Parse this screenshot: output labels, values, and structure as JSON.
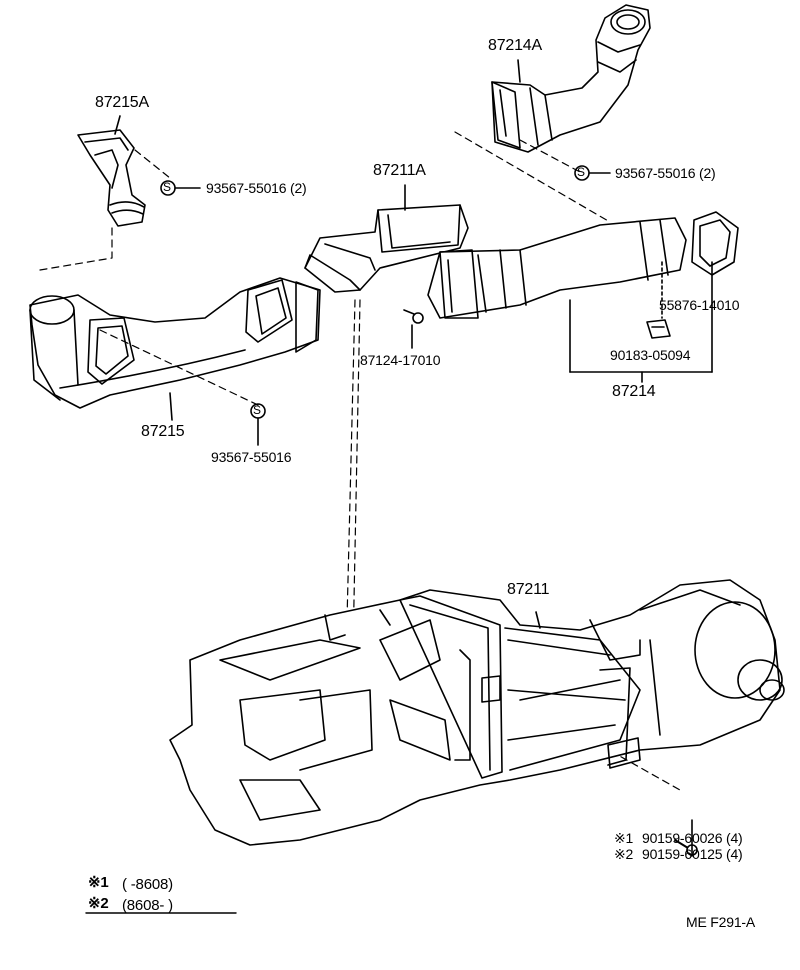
{
  "parts": {
    "p87215A": "87215A",
    "p87214A": "87214A",
    "p87211A": "87211A",
    "p87215": "87215",
    "p87214": "87214",
    "p87211": "87211",
    "clip_upper_left": "93567-55016 (2)",
    "clip_upper_right": "93567-55016 (2)",
    "clip_lower": "93567-55016",
    "clip_symbol": "S",
    "p87124": "87124-17010",
    "p55876": "55876-14010",
    "p90183": "90183-05094",
    "screw1_mark": "※1",
    "screw1": "90159-60026 (4)",
    "screw2_mark": "※2",
    "screw2": "90159-60125 (4)"
  },
  "legend": {
    "row1_mark": "※1",
    "row1_text": "(        -8608)",
    "row2_mark": "※2",
    "row2_text": "(8608-           )"
  },
  "figure_code": "ME  F291-A"
}
